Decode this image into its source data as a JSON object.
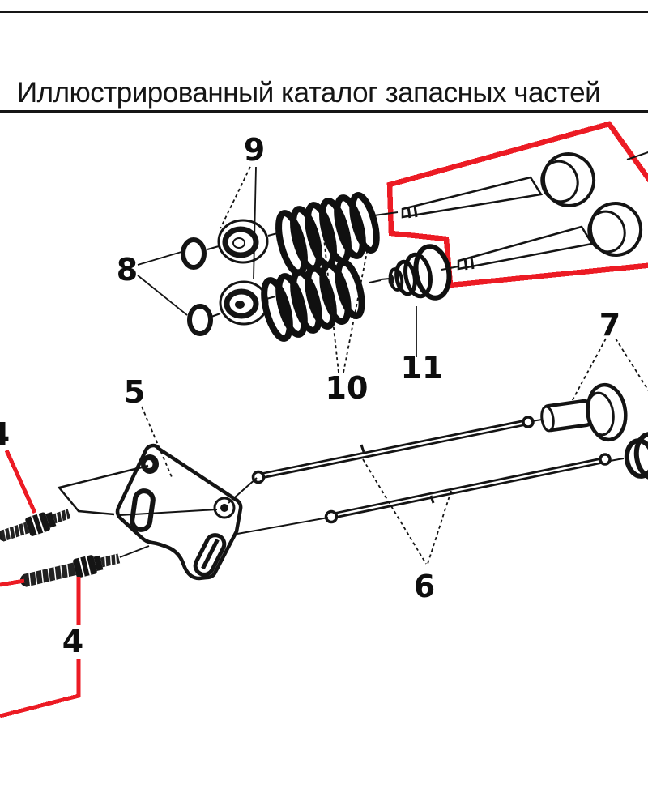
{
  "page": {
    "title": "Иллюстрированный каталог запасных частей"
  },
  "colors": {
    "highlight_red": "#ec1b24",
    "ink": "#141414"
  },
  "callouts": {
    "c4_left": "4",
    "c4_bottom": "4",
    "c5": "5",
    "c6": "6",
    "c7": "7",
    "c8": "8",
    "c9": "9",
    "c10": "10",
    "c11": "11"
  }
}
